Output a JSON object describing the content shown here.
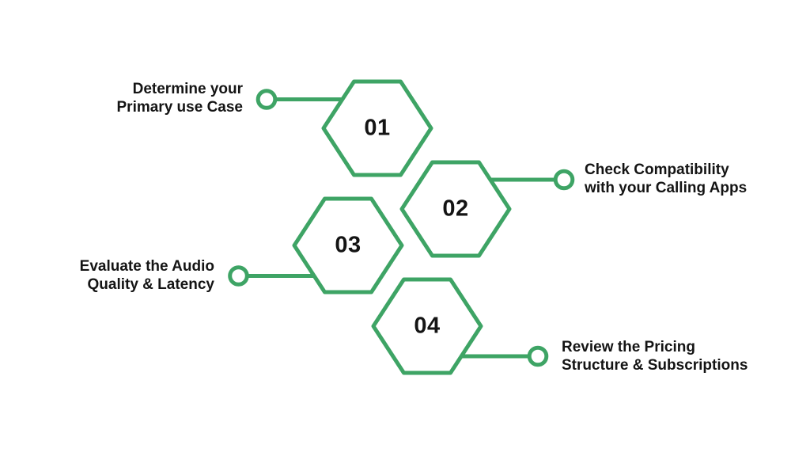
{
  "diagram": {
    "colors": {
      "accent": "#3EA465",
      "text": "#141414",
      "bg": "#FFFFFF"
    },
    "steps": [
      {
        "number": "01",
        "label_line1": "Determine your",
        "label_line2": "Primary use Case",
        "label_side": "left"
      },
      {
        "number": "02",
        "label_line1": "Check Compatibility",
        "label_line2": "with your Calling Apps",
        "label_side": "right"
      },
      {
        "number": "03",
        "label_line1": "Evaluate the Audio",
        "label_line2": "Quality & Latency",
        "label_side": "left"
      },
      {
        "number": "04",
        "label_line1": "Review the Pricing",
        "label_line2": "Structure & Subscriptions",
        "label_side": "right"
      }
    ]
  }
}
